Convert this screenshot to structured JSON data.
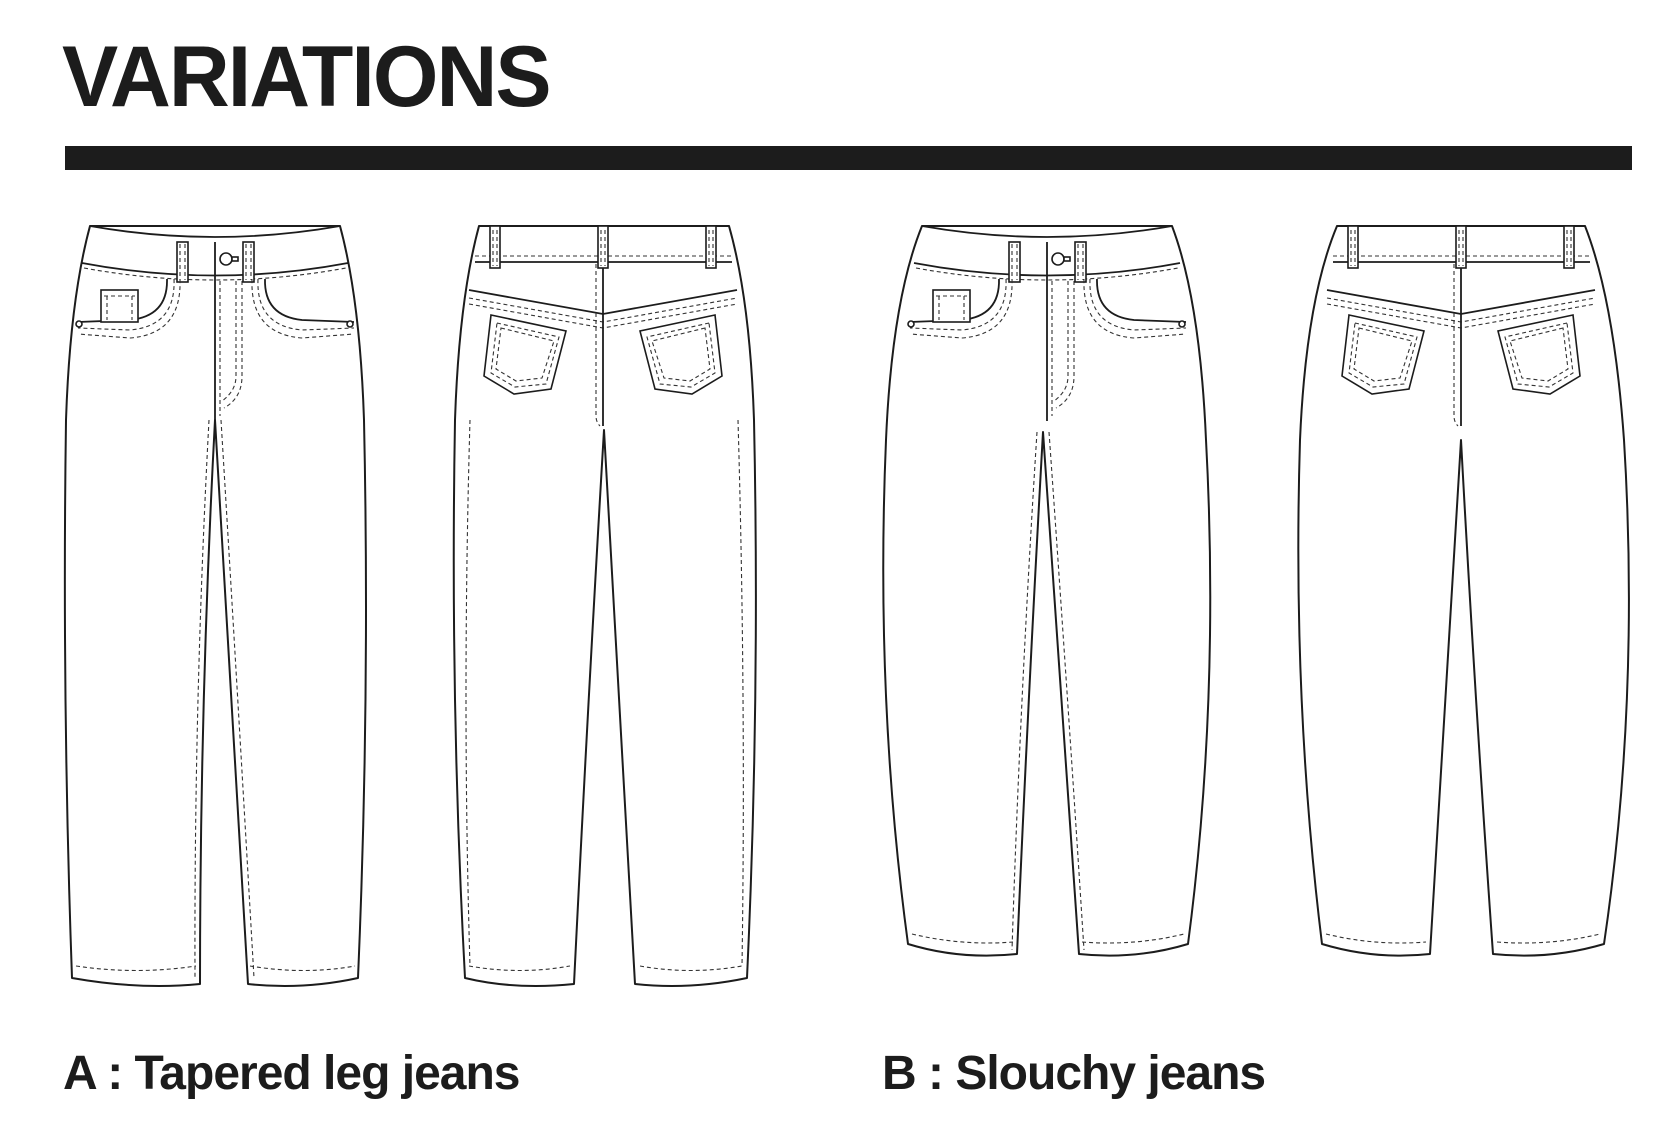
{
  "page": {
    "title": "VARIATIONS",
    "accent_color": "#1c1c1c",
    "background_color": "#ffffff"
  },
  "variations": [
    {
      "id": "A",
      "label": "A : Tapered leg jeans",
      "views": [
        "front",
        "back"
      ],
      "leg_shape": "tapered"
    },
    {
      "id": "B",
      "label": "B : Slouchy jeans",
      "views": [
        "front",
        "back"
      ],
      "leg_shape": "slouchy"
    }
  ]
}
